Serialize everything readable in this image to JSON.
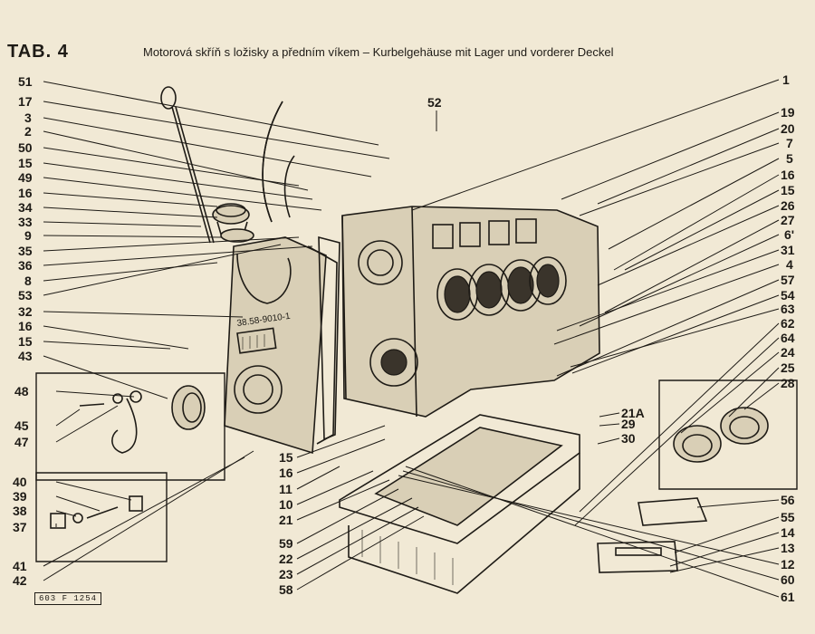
{
  "header": {
    "tab": "TAB. 4",
    "caption": "Motorová skříň s ložisky a předním víkem – Kurbelgehäuse mit Lager und vorderer Deckel"
  },
  "plate_code": "603 F 1254",
  "part_stamp": "38.58-9010-1",
  "callouts_left": [
    "51",
    "17",
    "3",
    "2",
    "50",
    "15",
    "49",
    "16",
    "34",
    "33",
    "9",
    "35",
    "36",
    "8",
    "53",
    "32",
    "16",
    "15",
    "43",
    "48",
    "45",
    "47",
    "40",
    "39",
    "38",
    "37",
    "41",
    "42"
  ],
  "callouts_center": [
    "52",
    "15",
    "16",
    "11",
    "10",
    "21",
    "59",
    "22",
    "23",
    "58",
    "21A",
    "29",
    "30"
  ],
  "callouts_right": [
    "1",
    "19",
    "20",
    "7",
    "5",
    "16",
    "15",
    "26",
    "27",
    "6'",
    "31",
    "4",
    "57",
    "54",
    "63",
    "62",
    "64",
    "24",
    "25",
    "28",
    "56",
    "55",
    "14",
    "13",
    "12",
    "60",
    "61"
  ]
}
